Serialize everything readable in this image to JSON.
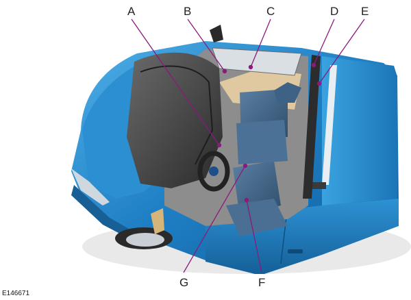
{
  "figure": {
    "reference_code": "E146671",
    "callouts": [
      {
        "id": "A",
        "label": "A"
      },
      {
        "id": "B",
        "label": "B"
      },
      {
        "id": "C",
        "label": "C"
      },
      {
        "id": "D",
        "label": "D"
      },
      {
        "id": "E",
        "label": "E"
      },
      {
        "id": "F",
        "label": "F"
      },
      {
        "id": "G",
        "label": "G"
      }
    ],
    "colors": {
      "body": "#1f7fc4",
      "body_dark": "#0f5d99",
      "body_light": "#4fb0e8",
      "interior_dark": "#3b3b3b",
      "seat": "#3f6386",
      "leader": "#8a1a7c"
    }
  }
}
